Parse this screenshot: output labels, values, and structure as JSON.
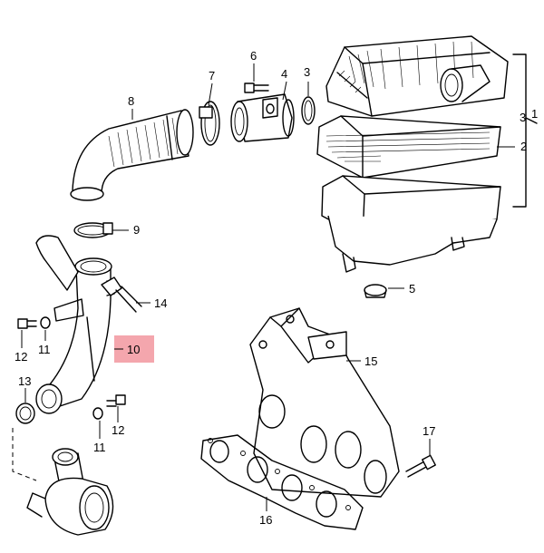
{
  "diagram": {
    "highlight_color": "#f4a6ad",
    "callouts": [
      {
        "id": "c1",
        "label": "1"
      },
      {
        "id": "c2",
        "label": "2"
      },
      {
        "id": "c3a",
        "label": "3"
      },
      {
        "id": "c3b",
        "label": "3"
      },
      {
        "id": "c4",
        "label": "4"
      },
      {
        "id": "c5",
        "label": "5"
      },
      {
        "id": "c6",
        "label": "6"
      },
      {
        "id": "c7",
        "label": "7"
      },
      {
        "id": "c8",
        "label": "8"
      },
      {
        "id": "c9",
        "label": "9"
      },
      {
        "id": "c10",
        "label": "10"
      },
      {
        "id": "c11a",
        "label": "11"
      },
      {
        "id": "c11b",
        "label": "11"
      },
      {
        "id": "c12a",
        "label": "12"
      },
      {
        "id": "c12b",
        "label": "12"
      },
      {
        "id": "c13",
        "label": "13"
      },
      {
        "id": "c14",
        "label": "14"
      },
      {
        "id": "c15",
        "label": "15"
      },
      {
        "id": "c16",
        "label": "16"
      },
      {
        "id": "c17",
        "label": "17"
      }
    ]
  }
}
